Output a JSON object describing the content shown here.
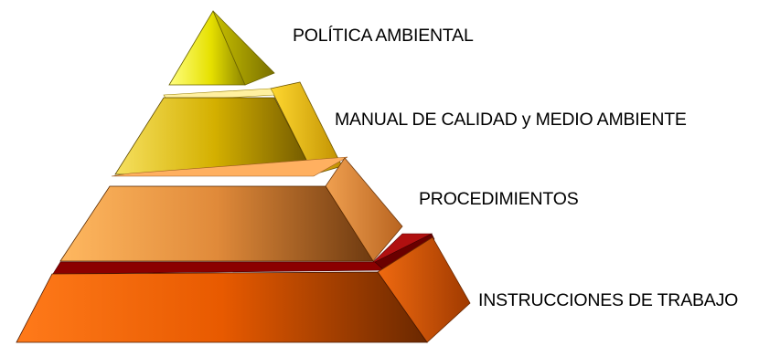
{
  "pyramid": {
    "levels": [
      {
        "label": "POLÍTICA AMBIENTAL",
        "color": "#e8e000"
      },
      {
        "label": "MANUAL DE CALIDAD y MEDIO AMBIENTE",
        "color": "#e8c000"
      },
      {
        "label": "PROCEDIMIENTOS",
        "color": "#f4a040"
      },
      {
        "label": "INSTRUCCIONES DE TRABAJO",
        "color": "#ff6a10"
      }
    ],
    "separator_color": "#8b0000"
  }
}
